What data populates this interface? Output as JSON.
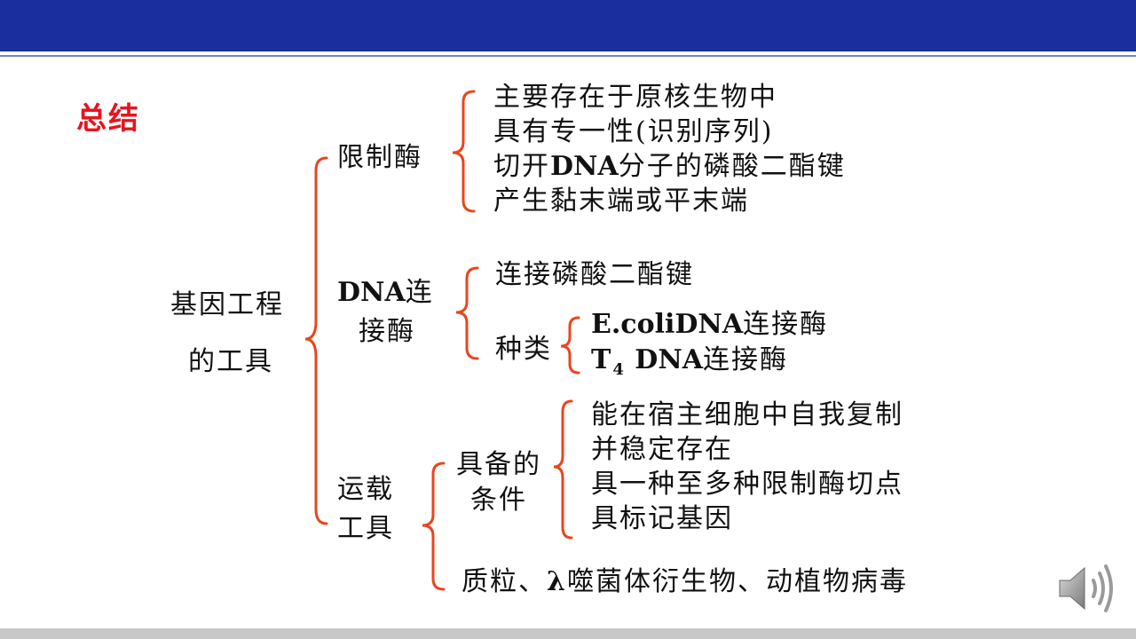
{
  "slide": {
    "title": "总结",
    "root": [
      "基因工程",
      "的工具"
    ],
    "restriction": {
      "label": "限制酶",
      "items": [
        "主要存在于原核生物中",
        "具有专一性(识别序列)",
        "切开",
        "DNA",
        "分子的磷酸二酯键",
        "产生黏末端或平末端"
      ]
    },
    "ligase": {
      "label_line1_bold": "DNA",
      "label_line1_rest": "连",
      "label_line2": "接酶",
      "item1": "连接磷酸二酯键",
      "types_label": "种类",
      "type1_bold": "E.coliDNA",
      "type1_rest": "连接酶",
      "type2_T": "T",
      "type2_sub": "4",
      "type2_bold": " DNA",
      "type2_rest": "连接酶"
    },
    "vector": {
      "label": [
        "运载",
        "工具"
      ],
      "cond_label": [
        "具备的",
        "条件"
      ],
      "conditions": [
        "能在宿主细胞中自我复制",
        "并稳定存在",
        "具一种至多种限制酶切点",
        "具标记基因"
      ],
      "examples_pre": "质粒、",
      "examples_lambda": "λ",
      "examples_post": "噬菌体衍生物、动植物病毒"
    }
  },
  "icons": {
    "speaker": "speaker-icon"
  },
  "colors": {
    "top_bar": "#1a2e9e",
    "title": "#e8141e",
    "bracket": "#e8461e",
    "bottom_bar": "#c8c8c8"
  }
}
